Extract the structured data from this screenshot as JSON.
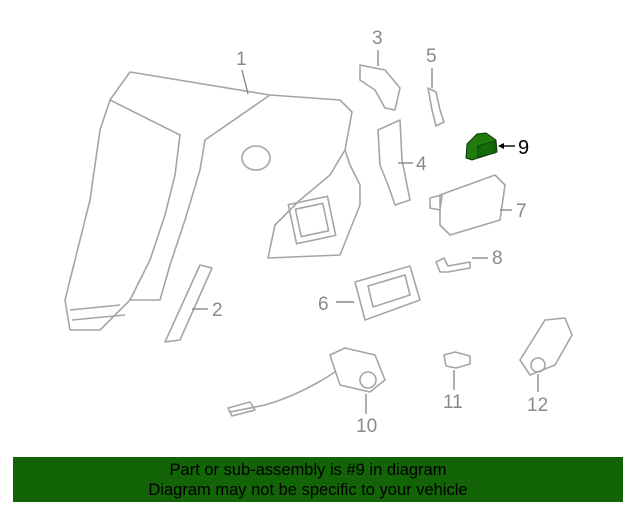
{
  "diagram": {
    "callouts": [
      "1",
      "2",
      "3",
      "4",
      "5",
      "6",
      "7",
      "8",
      "9",
      "10",
      "11",
      "12"
    ],
    "highlight_color": "#1f7a10"
  },
  "banner": {
    "line1": "Part or sub-assembly is #9 in diagram",
    "line2": "Diagram may not be specific to your vehicle",
    "color": "#136307"
  }
}
